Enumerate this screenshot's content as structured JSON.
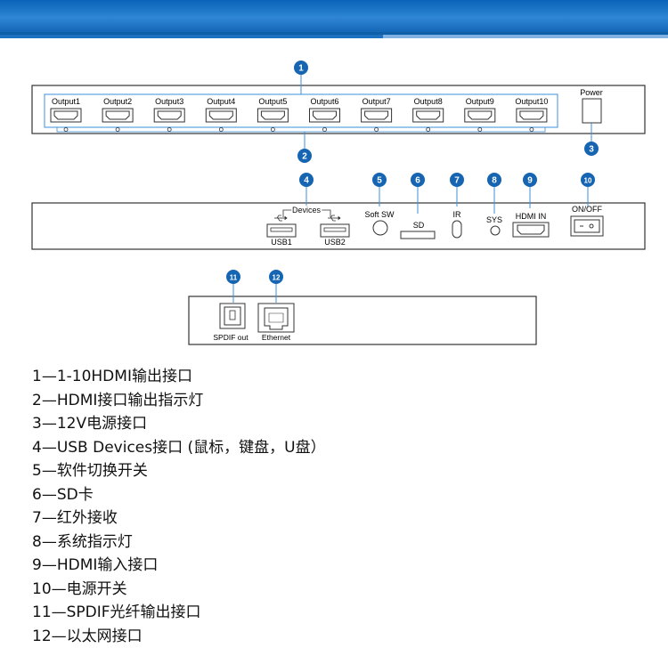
{
  "panel_top": {
    "outputs": [
      "Output1",
      "Output2",
      "Output3",
      "Output4",
      "Output5",
      "Output6",
      "Output7",
      "Output8",
      "Output9",
      "Output10"
    ],
    "power_label": "Power"
  },
  "panel_middle": {
    "devices_label": "Devices",
    "usb1_label": "USB1",
    "usb2_label": "USB2",
    "soft_sw_label": "Soft SW",
    "sd_label": "SD",
    "ir_label": "IR",
    "sys_label": "SYS",
    "hdmi_in_label": "HDMI IN",
    "onoff_label": "ON/OFF"
  },
  "panel_bottom": {
    "spdif_label": "SPDIF out",
    "ethernet_label": "Ethernet"
  },
  "callouts": [
    "1",
    "2",
    "3",
    "4",
    "5",
    "6",
    "7",
    "8",
    "9",
    "10",
    "11",
    "12"
  ],
  "colors": {
    "callout": "#1565b2",
    "banner": "#1a6cc0",
    "highlight": "#3b8fd8"
  },
  "legend": [
    "1—1-10HDMI输出接口",
    "2—HDMI接口输出指示灯",
    "3—12V电源接口",
    "4—USB Devices接口 (鼠标，键盘，U盘）",
    "5—软件切换开关",
    "6—SD卡",
    "7—红外接收",
    "8—系统指示灯",
    "9—HDMI输入接口",
    "10—电源开关",
    "11—SPDIF光纤输出接口",
    "12—以太网接口"
  ]
}
